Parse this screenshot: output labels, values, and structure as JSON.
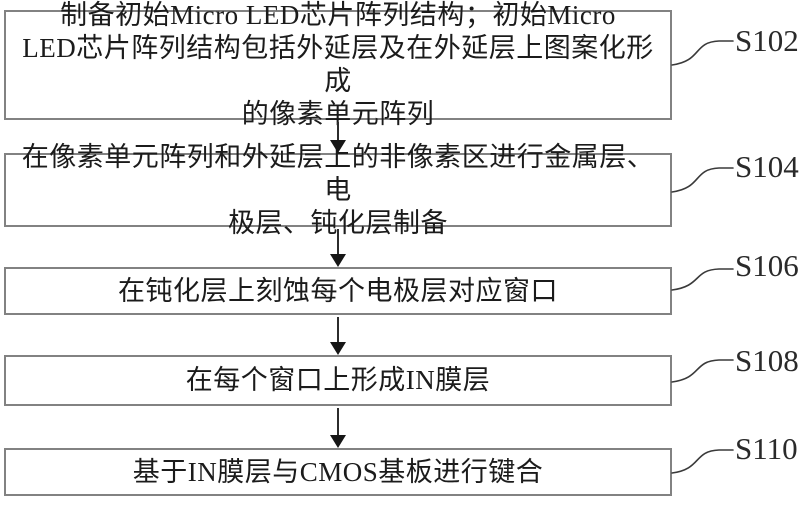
{
  "figure": {
    "type": "flowchart",
    "steps": [
      {
        "label": "S102",
        "text": "制备初始Micro LED芯片阵列结构；初始Micro\nLED芯片阵列结构包括外延层及在外延层上图案化形成\n的像素单元阵列"
      },
      {
        "label": "S104",
        "text": "在像素单元阵列和外延层上的非像素区进行金属层、电\n极层、钝化层制备"
      },
      {
        "label": "S106",
        "text": "在钝化层上刻蚀每个电极层对应窗口"
      },
      {
        "label": "S108",
        "text": "在每个窗口上形成IN膜层"
      },
      {
        "label": "S110",
        "text": "基于IN膜层与CMOS基板进行键合"
      }
    ],
    "colors": {
      "background": "#ffffff",
      "box_border": "#828282",
      "text": "#1b1b1b",
      "arrow": "#161616",
      "connector_line": "#3a3a3a"
    }
  }
}
